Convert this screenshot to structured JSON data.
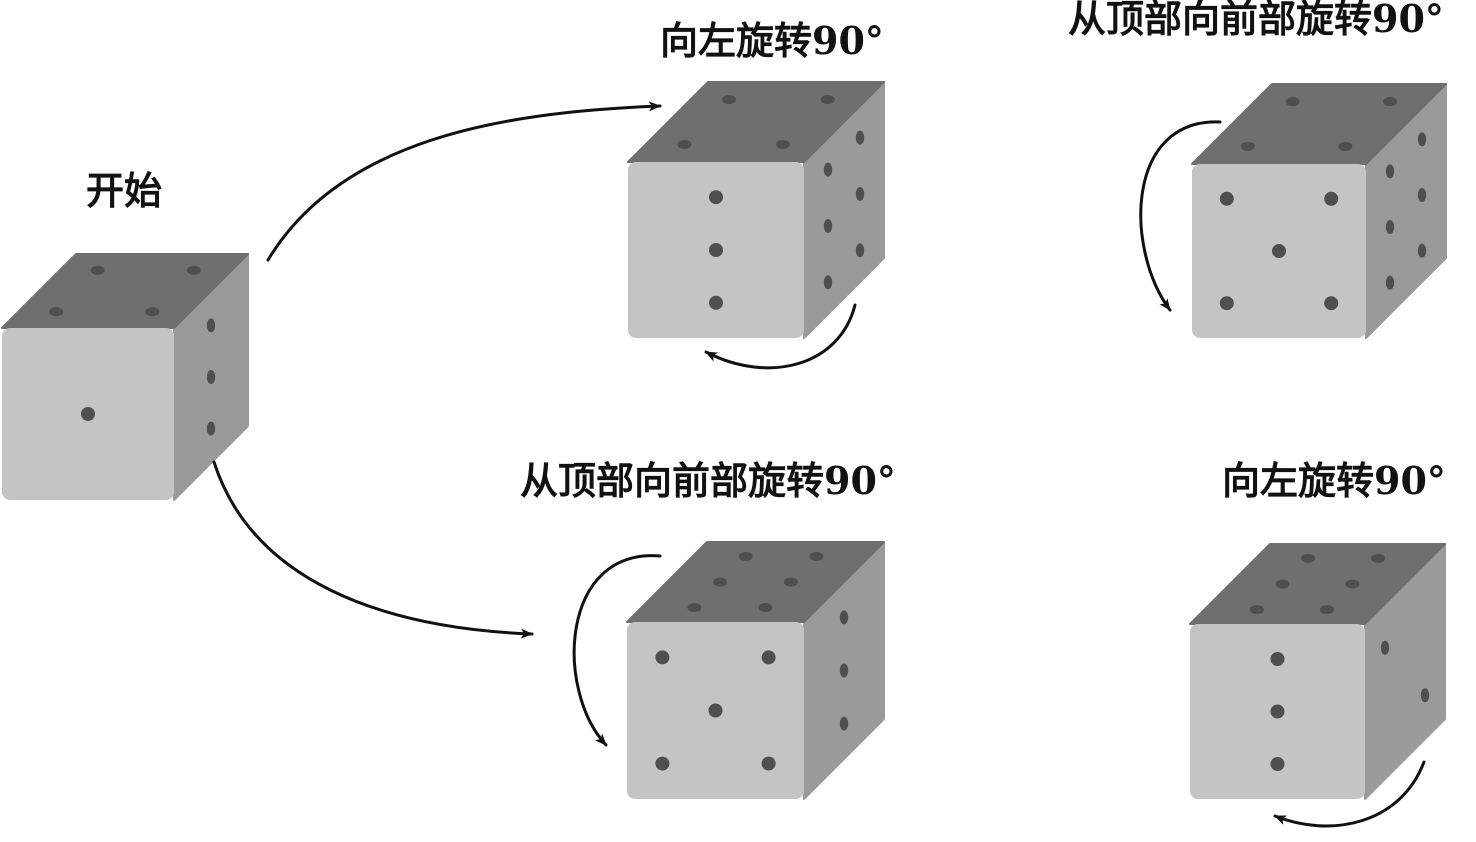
{
  "labels": {
    "start": "开始",
    "top_rotate_left": "向左旋转90°",
    "top_then_tip_forward": "从顶部向前部旋转90°",
    "bottom_tip_forward": "从顶部向前部旋转90°",
    "bottom_then_rotate_left": "向左旋转90°"
  },
  "dice": [
    {
      "name": "die-start",
      "top_pips": 4,
      "front_pips": 1,
      "right_pips": 3
    },
    {
      "name": "die-rotated-left",
      "top_pips": 4,
      "front_pips": 3,
      "right_pips": 6
    },
    {
      "name": "die-rotated-left-then-forward",
      "top_pips": 4,
      "front_pips": 5,
      "right_pips": 6
    },
    {
      "name": "die-tipped-forward",
      "top_pips": 6,
      "front_pips": 5,
      "right_pips": 3
    },
    {
      "name": "die-tipped-forward-then-left",
      "top_pips": 6,
      "front_pips": 3,
      "right_pips": 2
    }
  ],
  "colors": {
    "front_face": "#c4c4c4",
    "top_face": "#6f6f6f",
    "right_face": "#9a9a9a",
    "pip": "#4f4f4f",
    "arrow": "#111111"
  }
}
